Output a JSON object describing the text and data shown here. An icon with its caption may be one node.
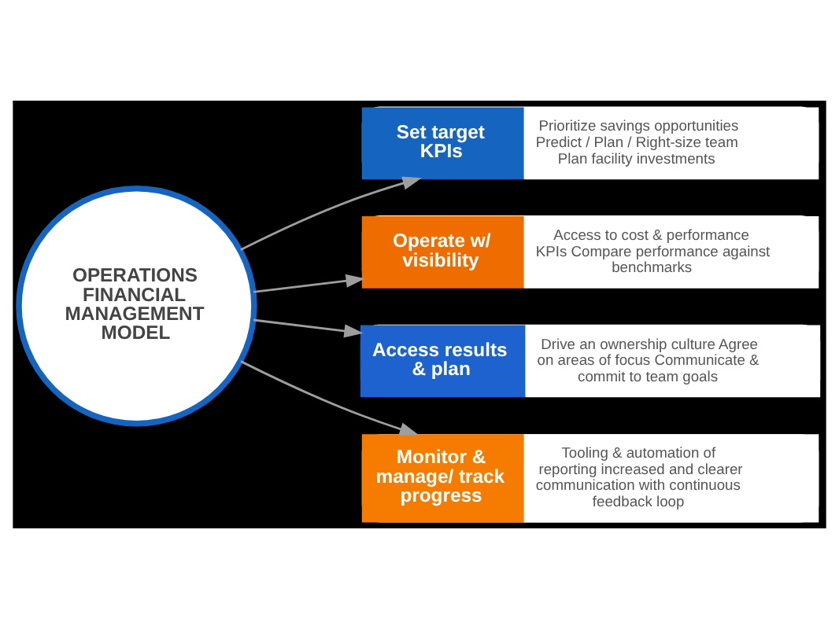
{
  "diagram": {
    "nodes": [
      {
        "text": [
          "OPERATIONS FINANCIAL MANAGEMENT MODEL"
        ]
      },
      {
        "text": [
          "Set target KPIs",
          "Prioritize savings opportunities Predict / Plan / Right-size team Plan facility investments"
        ]
      },
      {
        "text": [
          "Operate w/ visibility",
          "Access to cost & performance KPIs Compare performance against benchmarks"
        ]
      },
      {
        "text": [
          "Access results & plan",
          "Drive an ownership culture Agree on areas of focus Communicate & commit to team goals"
        ]
      },
      {
        "text": [
          "Monitor & manage/ track progress",
          "Tooling & automation of reporting increased and clearer communication with continuous feedback loop"
        ]
      }
    ],
    "edges": [
      {
        "from": 0,
        "to": 1,
        "arrow": "to"
      },
      {
        "from": 0,
        "to": 2,
        "arrow": "to"
      },
      {
        "from": 0,
        "to": 3,
        "arrow": "to"
      },
      {
        "from": 0,
        "to": 4,
        "arrow": "to"
      }
    ]
  }
}
